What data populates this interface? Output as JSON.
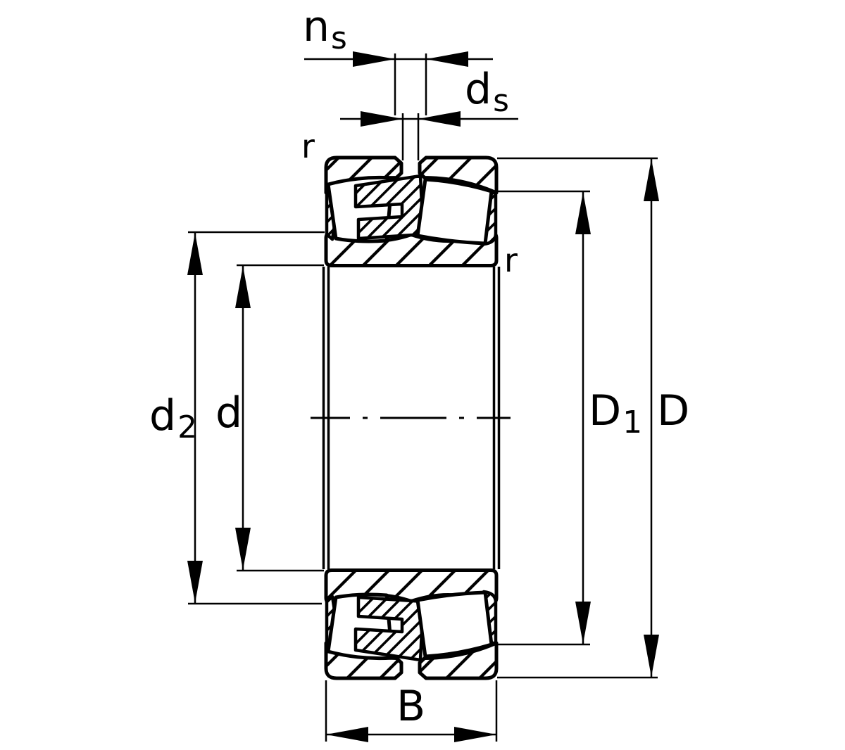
{
  "labels": {
    "n_s": {
      "base": "n",
      "sub": "s"
    },
    "d_s": {
      "base": "d",
      "sub": "s"
    },
    "r_top_left": "r",
    "r_right": "r",
    "d_2": {
      "base": "d",
      "sub": "2"
    },
    "d": "d",
    "D_1": {
      "base": "D",
      "sub": "1"
    },
    "D": "D",
    "B": "B"
  },
  "colors": {
    "line": "#000000",
    "background": "#ffffff"
  }
}
